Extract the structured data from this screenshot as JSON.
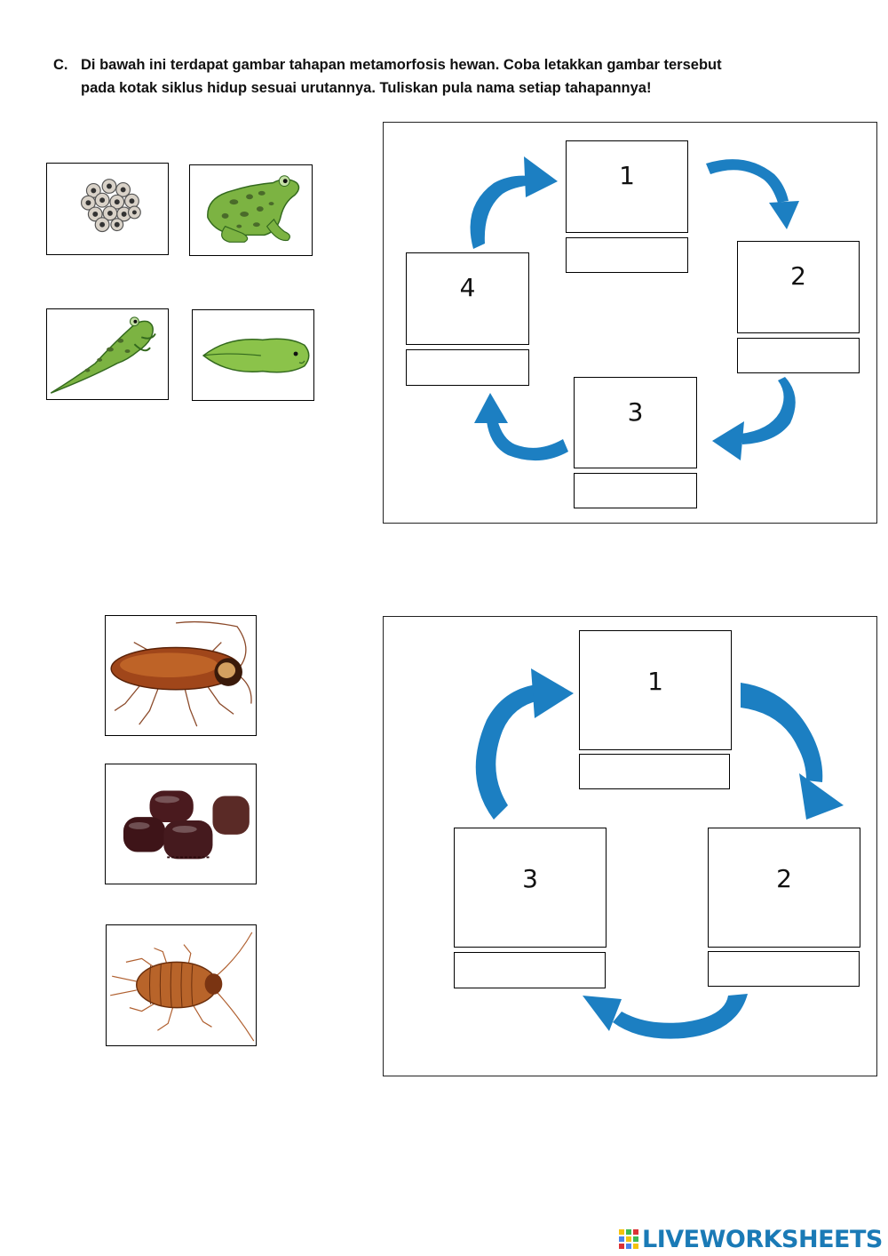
{
  "instruction": {
    "letter": "C.",
    "line1": "Di bawah ini terdapat gambar tahapan metamorfosis hewan. Coba letakkan gambar tersebut",
    "line2": "pada kotak siklus hidup sesuai urutannya. Tuliskan pula nama setiap tahapannya!"
  },
  "frog_section": {
    "images": [
      "frog-eggs",
      "adult-frog",
      "froglet",
      "tadpole"
    ],
    "stages": [
      {
        "number": "1",
        "label": ""
      },
      {
        "number": "2",
        "label": ""
      },
      {
        "number": "3",
        "label": ""
      },
      {
        "number": "4",
        "label": ""
      }
    ]
  },
  "cockroach_section": {
    "images": [
      "adult-cockroach",
      "cockroach-egg-cases",
      "cockroach-nymph"
    ],
    "stages": [
      {
        "number": "1",
        "label": ""
      },
      {
        "number": "2",
        "label": ""
      },
      {
        "number": "3",
        "label": ""
      }
    ]
  },
  "colors": {
    "arrow": "#1c7fc2",
    "frog_green": "#7cb342",
    "spot": "#4a6b2a",
    "roach": "#8b3a1a"
  },
  "branding": {
    "logo_text": "LIVEWORKSHEETS"
  }
}
